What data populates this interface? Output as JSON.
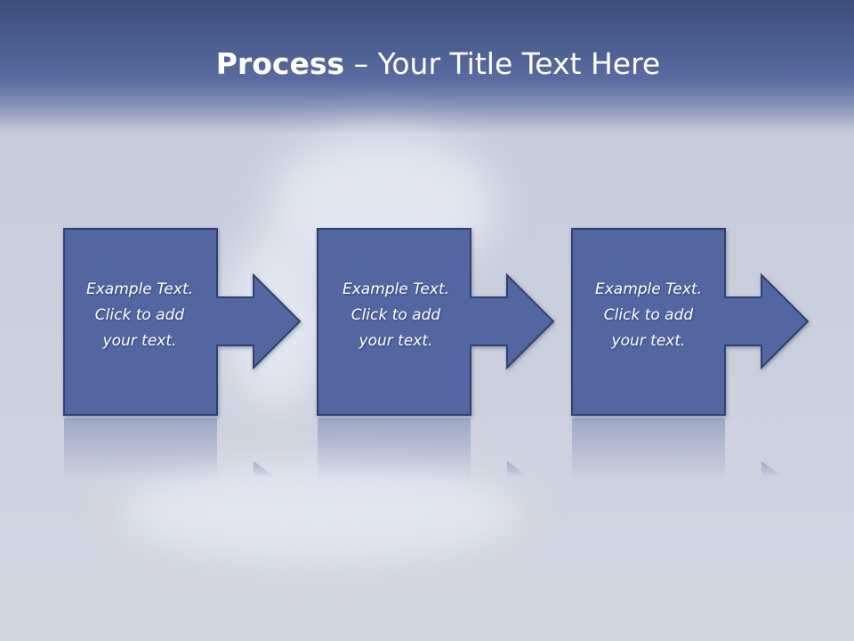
{
  "slide": {
    "title_bold": "Process",
    "title_rest": " – Your Title Text Here"
  },
  "steps": [
    {
      "line1": "Example Text.",
      "line2": "Click  to add",
      "line3": "your text."
    },
    {
      "line1": "Example Text.",
      "line2": "Click  to add",
      "line3": "your text."
    },
    {
      "line1": "Example Text.",
      "line2": "Click  to add",
      "line3": "your text."
    }
  ],
  "colors": {
    "box_fill": "#5266a1",
    "box_stroke": "#2f3f6e",
    "title_band": "#4a5c8f",
    "background": "#c9cedc"
  }
}
